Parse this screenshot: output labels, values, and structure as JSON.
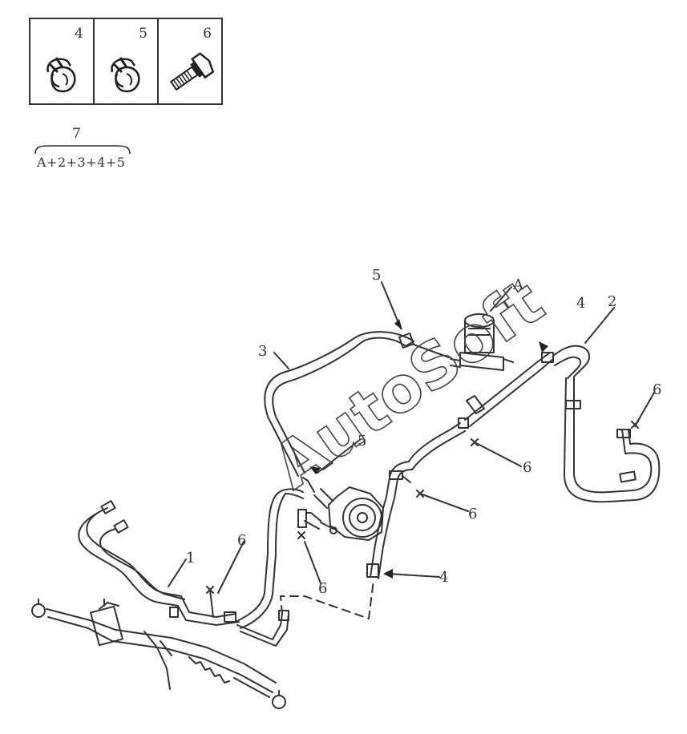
{
  "legend": {
    "items": [
      {
        "number": "4",
        "icon": "hose-clamp-icon"
      },
      {
        "number": "5",
        "icon": "hose-clamp-icon"
      },
      {
        "number": "6",
        "icon": "bolt-icon"
      }
    ]
  },
  "kit": {
    "number": "7",
    "formula": "A+2+3+4+5"
  },
  "callouts": {
    "a": "A",
    "n1": "1",
    "n2": "2",
    "n3": "3",
    "n4_top": "4",
    "n4_bottom": "4",
    "n5_top": "5",
    "n5_mid": "5",
    "n6_right": "6",
    "n6_mid1": "6",
    "n6_mid2": "6",
    "n6_lower1": "6",
    "n6_lower2": "6"
  },
  "watermark": "AutoSoft",
  "colors": {
    "line": "#333333",
    "background": "#ffffff"
  }
}
